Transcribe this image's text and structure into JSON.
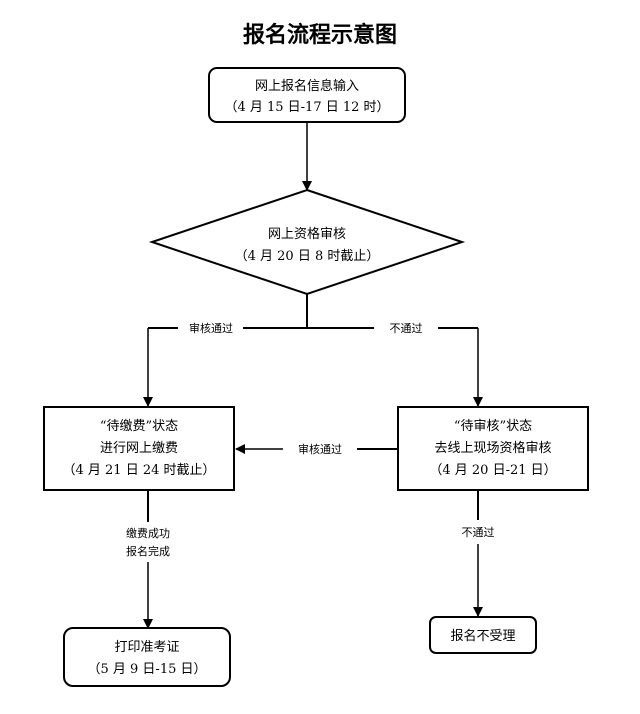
{
  "title": "报名流程示意图",
  "nodes": {
    "input": {
      "line1": "网上报名信息输入",
      "line2": "（4 月 15 日-17 日 12 时）"
    },
    "review": {
      "line1": "网上资格审核",
      "line2": "（4 月 20 日 8 时截止）"
    },
    "pending_payment": {
      "line1": "“待缴费”状态",
      "line2": "进行网上缴费",
      "line3": "（4 月 21 日 24 时截止）"
    },
    "pending_review": {
      "line1": "“待审核”状态",
      "line2": "去线上现场资格审核",
      "line3": "（4 月 20 日-21 日）"
    },
    "print": {
      "line1": "打印准考证",
      "line2": "（5 月 9 日-15 日）"
    },
    "rejected": {
      "line1": "报名不受理"
    }
  },
  "edges": {
    "pass_left": "审核通过",
    "fail_right": "不通过",
    "pass_middle": "审核通过",
    "payment_done_1": "缴费成功",
    "payment_done_2": "报名完成",
    "fail_bottom": "不通过"
  }
}
